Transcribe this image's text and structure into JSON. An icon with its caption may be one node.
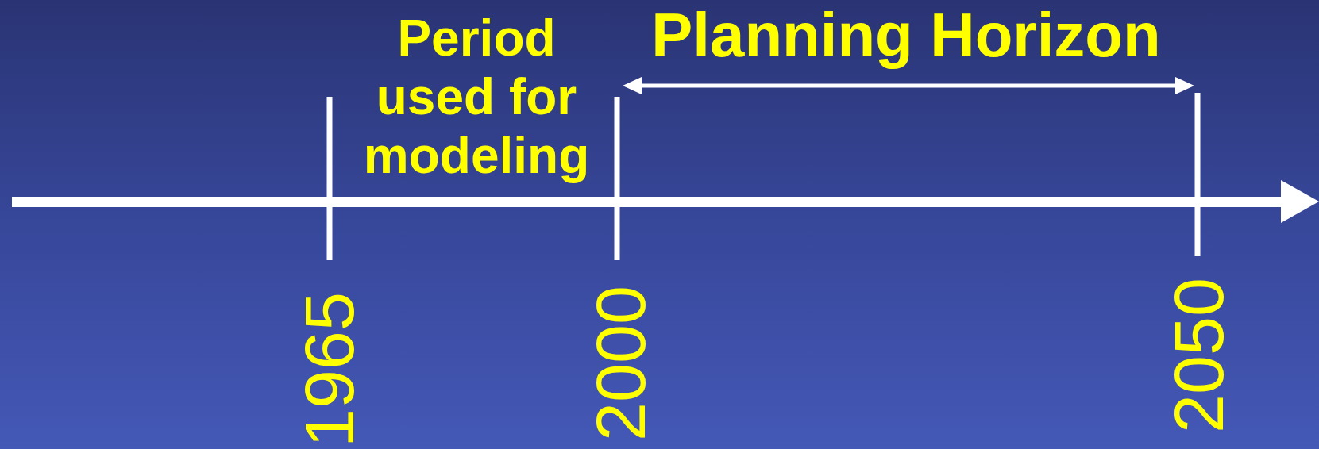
{
  "diagram": {
    "labels": [
      "Period used for modeling",
      "Planning Horizon",
      "1965",
      "2000",
      "2050"
    ]
  }
}
